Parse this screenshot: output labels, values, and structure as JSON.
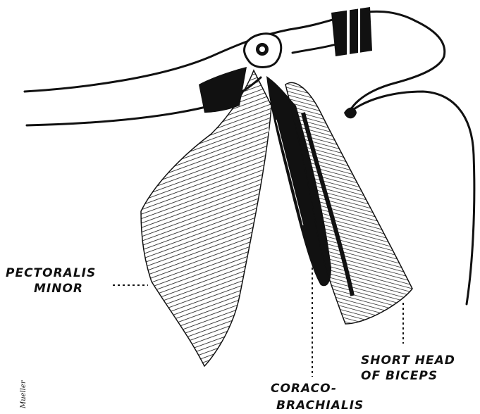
{
  "figure": {
    "labels": {
      "pectoralis_minor_line1": "PECTORALIS",
      "pectoralis_minor_line2": "MINOR",
      "short_head_line1": "SHORT HEAD",
      "short_head_line2": "OF BICEPS",
      "coraco_line1": "CORACO-",
      "coraco_line2": "BRACHIALIS"
    },
    "signature": "Mueller",
    "colors": {
      "ink": "#111111",
      "paper": "#ffffff"
    }
  }
}
